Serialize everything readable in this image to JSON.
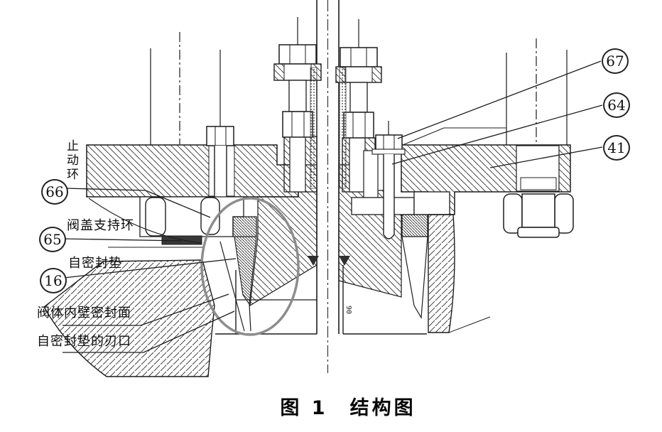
{
  "figure": {
    "caption": "图 1　结构图"
  },
  "parts": {
    "left": [
      {
        "number": "66",
        "label": "止动环"
      },
      {
        "number": "65",
        "label": "阀盖支持环"
      },
      {
        "number": "16",
        "label": "自密封垫"
      }
    ],
    "right": [
      {
        "number": "67"
      },
      {
        "number": "64"
      },
      {
        "number": "41"
      }
    ],
    "annotations": [
      {
        "label": "阀体内壁密封面"
      },
      {
        "label": "自密封垫的刃口"
      }
    ]
  },
  "dimensions": {
    "bore": "90"
  },
  "colors": {
    "line": "#1c1c1c",
    "highlight": "#8d8d8d",
    "paper": "#ffffff"
  }
}
